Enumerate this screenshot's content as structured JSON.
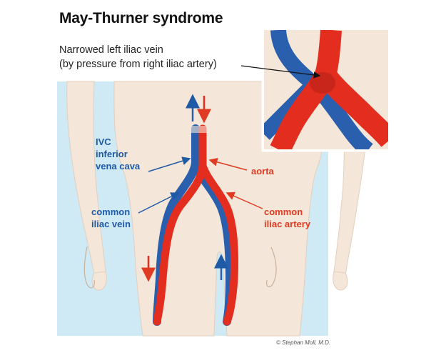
{
  "title": "May-Thurner syndrome",
  "subtitle": {
    "line1": "Narrowed left iliac vein",
    "line2": "(by pressure from right iliac artery)"
  },
  "labels": {
    "ivc": [
      "IVC",
      "inferior",
      "vena cava"
    ],
    "aorta": "aorta",
    "common_iliac_vein": [
      "common",
      "iliac vein"
    ],
    "common_iliac_artery": [
      "common",
      "iliac artery"
    ]
  },
  "credit": "© Stephan Moll, M.D.",
  "colors": {
    "vein": "#2a5fae",
    "artery": "#e32d1f",
    "background": "#cfe9f5",
    "skin": "#f2e4d6"
  }
}
